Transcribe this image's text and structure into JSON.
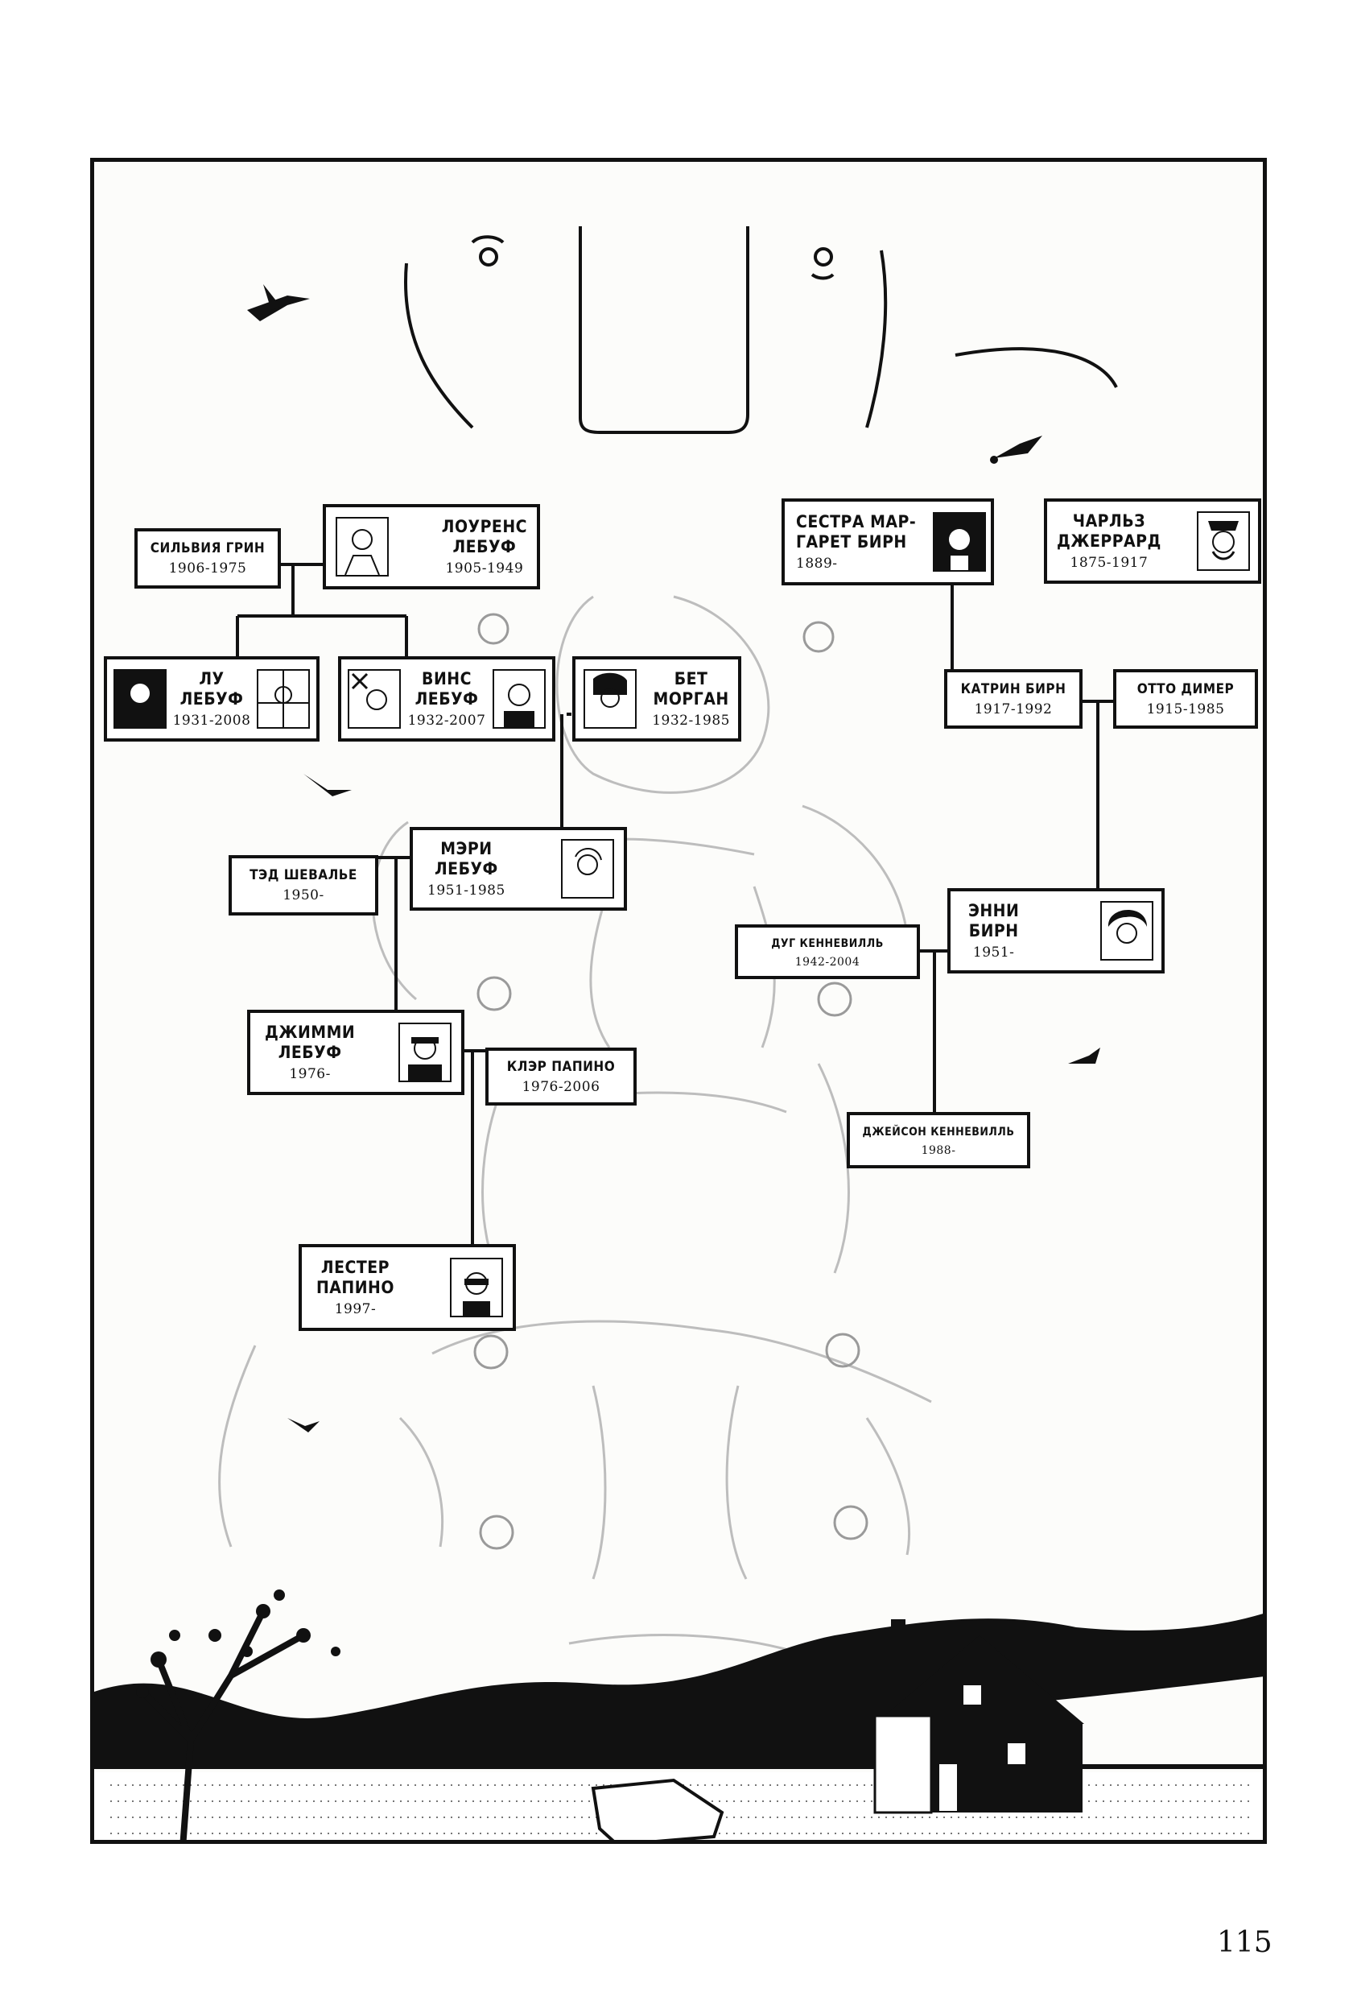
{
  "page_number": "115",
  "family_tree": {
    "sylvia": {
      "name": "СИЛЬВИЯ ГРИН",
      "years": "1906-1975"
    },
    "lawrence": {
      "name": "ЛОУРЕНС\nЛЕБУФ",
      "years": "1905-1949"
    },
    "lou": {
      "name": "ЛУ\nЛЕБУФ",
      "years": "1931-2008"
    },
    "vince": {
      "name": "ВИНС\nЛЕБУФ",
      "years": "1932-2007"
    },
    "beth": {
      "name": "БЕТ\nМОРГАН",
      "years": "1932-1985"
    },
    "mary": {
      "name": "МЭРИ\nЛЕБУФ",
      "years": "1951-1985"
    },
    "ted": {
      "name": "ТЭД ШЕВАЛЬЕ",
      "years": "1950-"
    },
    "jimmy": {
      "name": "ДЖИММИ\nЛЕБУФ",
      "years": "1976-"
    },
    "claire": {
      "name": "КЛЭР ПАПИНО",
      "years": "1976-2006"
    },
    "lester": {
      "name": "ЛЕСТЕР\nПАПИНО",
      "years": "1997-"
    },
    "margaret": {
      "name": "СЕСТРА МАР-\nГАРЕТ БИРН",
      "years": "1889-"
    },
    "charles": {
      "name": "ЧАРЛЬЗ\nДЖЕРРАРД",
      "years": "1875-1917"
    },
    "katrin": {
      "name": "КАТРИН БИРН",
      "years": "1917-1992"
    },
    "otto": {
      "name": "ОТТО ДИМЕР",
      "years": "1915-1985"
    },
    "annie": {
      "name": "ЭННИ\nБИРН",
      "years": "1951-"
    },
    "doug": {
      "name": "ДУГ КЕННЕВИЛЛЬ",
      "years": "1942-2004"
    },
    "jason": {
      "name": "ДЖЕЙСОН КЕННЕВИЛЛЬ",
      "years": "1988-"
    }
  }
}
